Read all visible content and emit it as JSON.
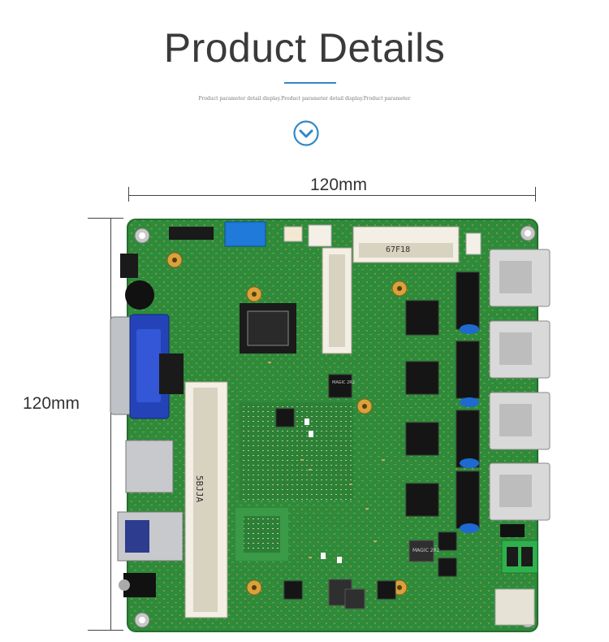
{
  "header": {
    "title": "Product Details",
    "subtitle": "Product parameter detail display.Product parameter detail display.Product parameter"
  },
  "dimensions": {
    "width_label": "120mm",
    "height_label": "120mm"
  },
  "board": {
    "silkscreen": {
      "chip_label": "67F18",
      "slot_label": "5BJJA",
      "inductor_label_1": "MAGIC 2R2",
      "inductor_label_2": "MAGIC 2R2"
    }
  },
  "colors": {
    "accent": "#2f89c7",
    "pcb_green": "#2f8a3a",
    "vga_blue": "#2443b8"
  }
}
